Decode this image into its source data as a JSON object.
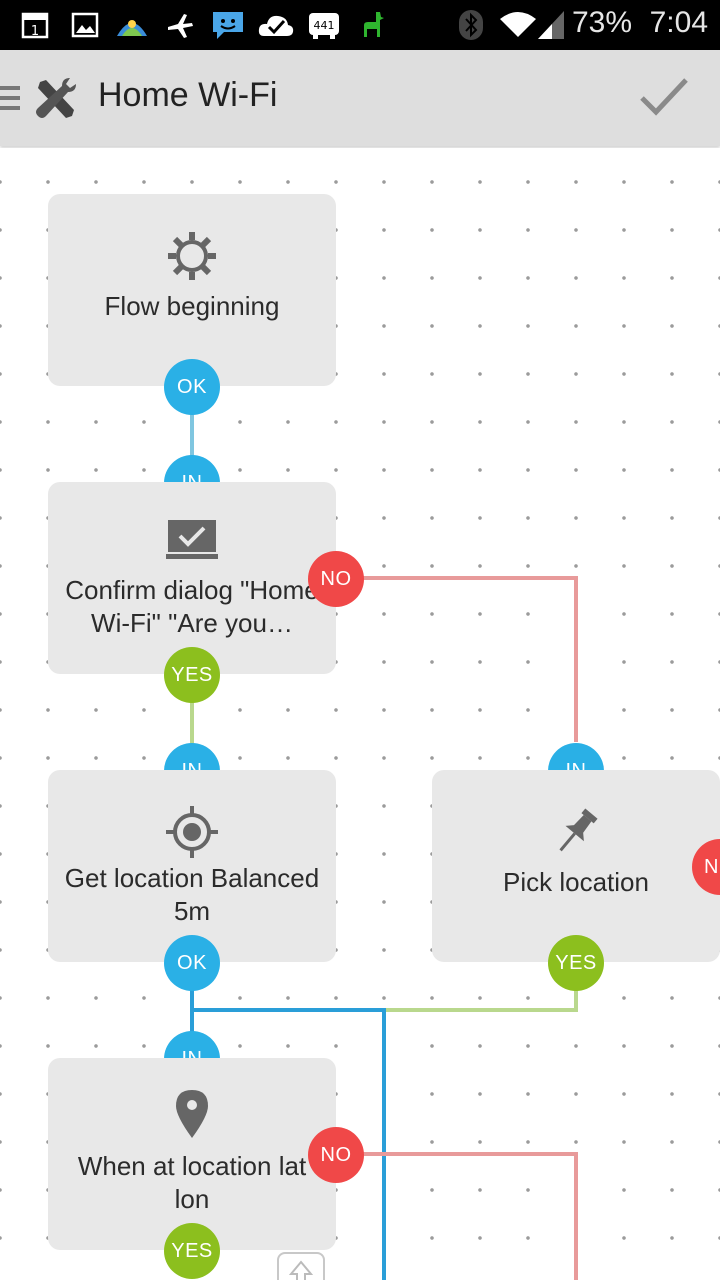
{
  "status_bar": {
    "calendar_day": "1",
    "notification_icons": [
      "calendar-icon",
      "gallery-icon",
      "weather-icon",
      "airplane-icon",
      "messenger-icon",
      "check-cloud-icon",
      "bus-441-icon",
      "llama-icon"
    ],
    "badge_number": "441",
    "battery": "73%",
    "time": "7:04"
  },
  "action_bar": {
    "title": "Home Wi-Fi",
    "confirm_icon": "checkmark-icon"
  },
  "colors": {
    "in_ok_port": "#2ab0e6",
    "yes_port": "#8cbf1e",
    "no_port": "#f04848",
    "node_bg": "#e8e8e8"
  },
  "flow": {
    "nodes": [
      {
        "id": "flow-beginning",
        "label": "Flow beginning",
        "icon": "gear-icon"
      },
      {
        "id": "confirm-dialog",
        "label": "Confirm dialog \"Home Wi-Fi\" \"Are you…",
        "icon": "laptop-check-icon"
      },
      {
        "id": "get-location",
        "label": "Get location Balanced 5m",
        "icon": "crosshair-icon"
      },
      {
        "id": "pick-location",
        "label": "Pick location",
        "icon": "pushpin-icon"
      },
      {
        "id": "when-at-location",
        "label": "When at location lat lon",
        "icon": "map-pin-icon"
      }
    ],
    "port_labels": {
      "ok": "OK",
      "in": "IN",
      "yes": "YES",
      "no": "NO",
      "no_partial": "N"
    }
  }
}
